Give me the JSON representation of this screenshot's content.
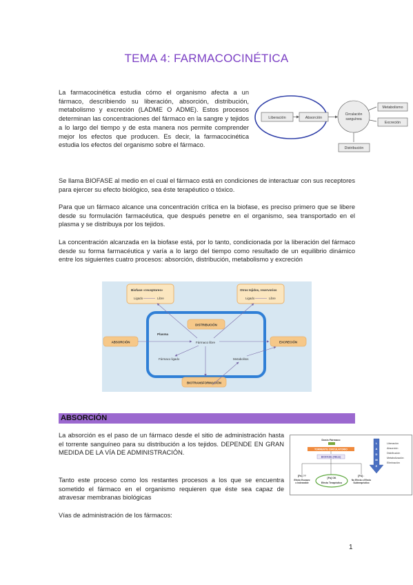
{
  "title": "TEMA 4: FARMACOCINÉTICA",
  "paragraphs": {
    "p1": "La farmacocinética estudia cómo el organismo afecta a un fármaco, describiendo su liberación, absorción, distribución, metabolismo y excreción (LADME O ADME). Estos procesos determinan las concentraciones del fármaco en la sangre y tejidos a lo largo del tiempo y de esta manera nos permite comprender mejor los efectos que producen. Es decir, la farmacocinética estudia los efectos del organismo sobre el fármaco.",
    "p2": "Se llama BIOFASE al medio en el cual el fármaco está en condiciones de interactuar con sus receptores para ejercer su efecto biológico, sea éste terapéutico o tóxico.",
    "p3": "Para que un fármaco alcance una concentración crítica en la biofase, es preciso primero que se libere desde su formulación farmacéutica, que después penetre en el organismo, sea transportado en el plasma y se distribuya por los tejidos.",
    "p4": "La concentración alcanzada en la biofase está, por lo tanto, condicionada por la liberación del fármaco desde su forma farmacéutica y varía a lo largo del tiempo como resultado de un equilibrio dinámico entre los siguientes cuatro procesos: absorción, distribución, metabolismo y excreción",
    "p5": "La absorción es el paso de un fármaco desde el sitio de administración hasta el torrente sanguíneo para su distribución a los tejidos. DEPENDE EN GRAN MEDIDA DE LA VÍA DE ADMINISTRACIÓN.",
    "p6": "Tanto este proceso como los restantes procesos a los que se encuentra sometido el fármaco en el organismo requieren que éste sea capaz de atravesar membranas biológicas",
    "p7": "Vías de administración de los fármacos:"
  },
  "section": {
    "absorcion": "ABSORCIÓN"
  },
  "page_number": "1",
  "fig1": {
    "liberacion": "Liberación",
    "absorcion": "Absorción",
    "circulacion_1": "Circulación",
    "circulacion_2": "sanguínea",
    "metabolismo": "Metabolismo",
    "excrecion": "Excreción",
    "distribucion": "Distribución"
  },
  "fig2": {
    "biofase": "Biofase «receptores»",
    "ligado1": "Ligado",
    "libre1": "Libre",
    "otros": "Otros tejidos, reservorios",
    "ligado2": "Ligado",
    "libre2": "Libre",
    "distribucion": "DISTRIBUCIÓN",
    "absorcion": "ABSORCIÓN",
    "excrecion": "EXCRECIÓN",
    "plasma": "Plasma",
    "farmaco_libre": "Fármaco libre",
    "farmaco_ligado": "Fármaco ligado",
    "metabolitos": "Metabolitos",
    "biotransformacion": "BIOTRANSFORMACIÓN"
  },
  "fig3": {
    "dosis": "Dosis Fármaco",
    "torrente": "TORRENTE CIRCULATORIO",
    "biofase": "BIOFASE (FBLE)",
    "fa_left": "[Fa] ??",
    "left_1": "Efecto Escasez",
    "left_2": "o Indeseable",
    "fa_mid": "[Fa] OK",
    "mid": "Efecto Terapéutico",
    "fa_right": "[Fa] ↓",
    "right_1": "No Efecto o Efecto",
    "right_2": "Subterapéutico",
    "ladme": [
      "L",
      "A",
      "D",
      "M",
      "E"
    ],
    "legend": [
      "Liberación",
      "Absorción",
      "Distribución",
      "Metabolización",
      "Eliminación"
    ]
  },
  "colors": {
    "title": "#7b3fc4",
    "section_bar": "#9b68cf",
    "fig_blue": "#2f3fa8",
    "fig2_bg": "#d7e7f2",
    "fig2_box": "#f6c889"
  }
}
